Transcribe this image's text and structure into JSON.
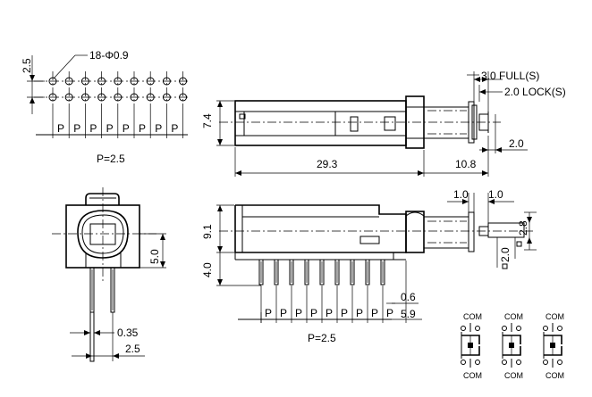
{
  "hole_spec": "18-Φ0.9",
  "pin_pitch_top": "2.5",
  "pitch_label_top": "P=2.5",
  "pitch_label_bottom": "P=2.5",
  "pitch_letter": "P",
  "height_top": "7.4",
  "body_length": "29.3",
  "shaft_length": "10.8",
  "stroke_full": "3.0 FULL(S)",
  "stroke_lock": "2.0 LOCK(S)",
  "button_width": "2.0",
  "dim_1_0_a": "1.0",
  "dim_1_0_b": "1.0",
  "dim_2_8": "2.8",
  "dim_2_0_small": "2.0",
  "height_side": "9.1",
  "pin_length": "4.0",
  "end_height": "5.0",
  "pin_width": "0.35",
  "pin_spacing": "2.5",
  "pin_thickness": "0.6",
  "end_offset": "5.9",
  "com_label": "COM"
}
